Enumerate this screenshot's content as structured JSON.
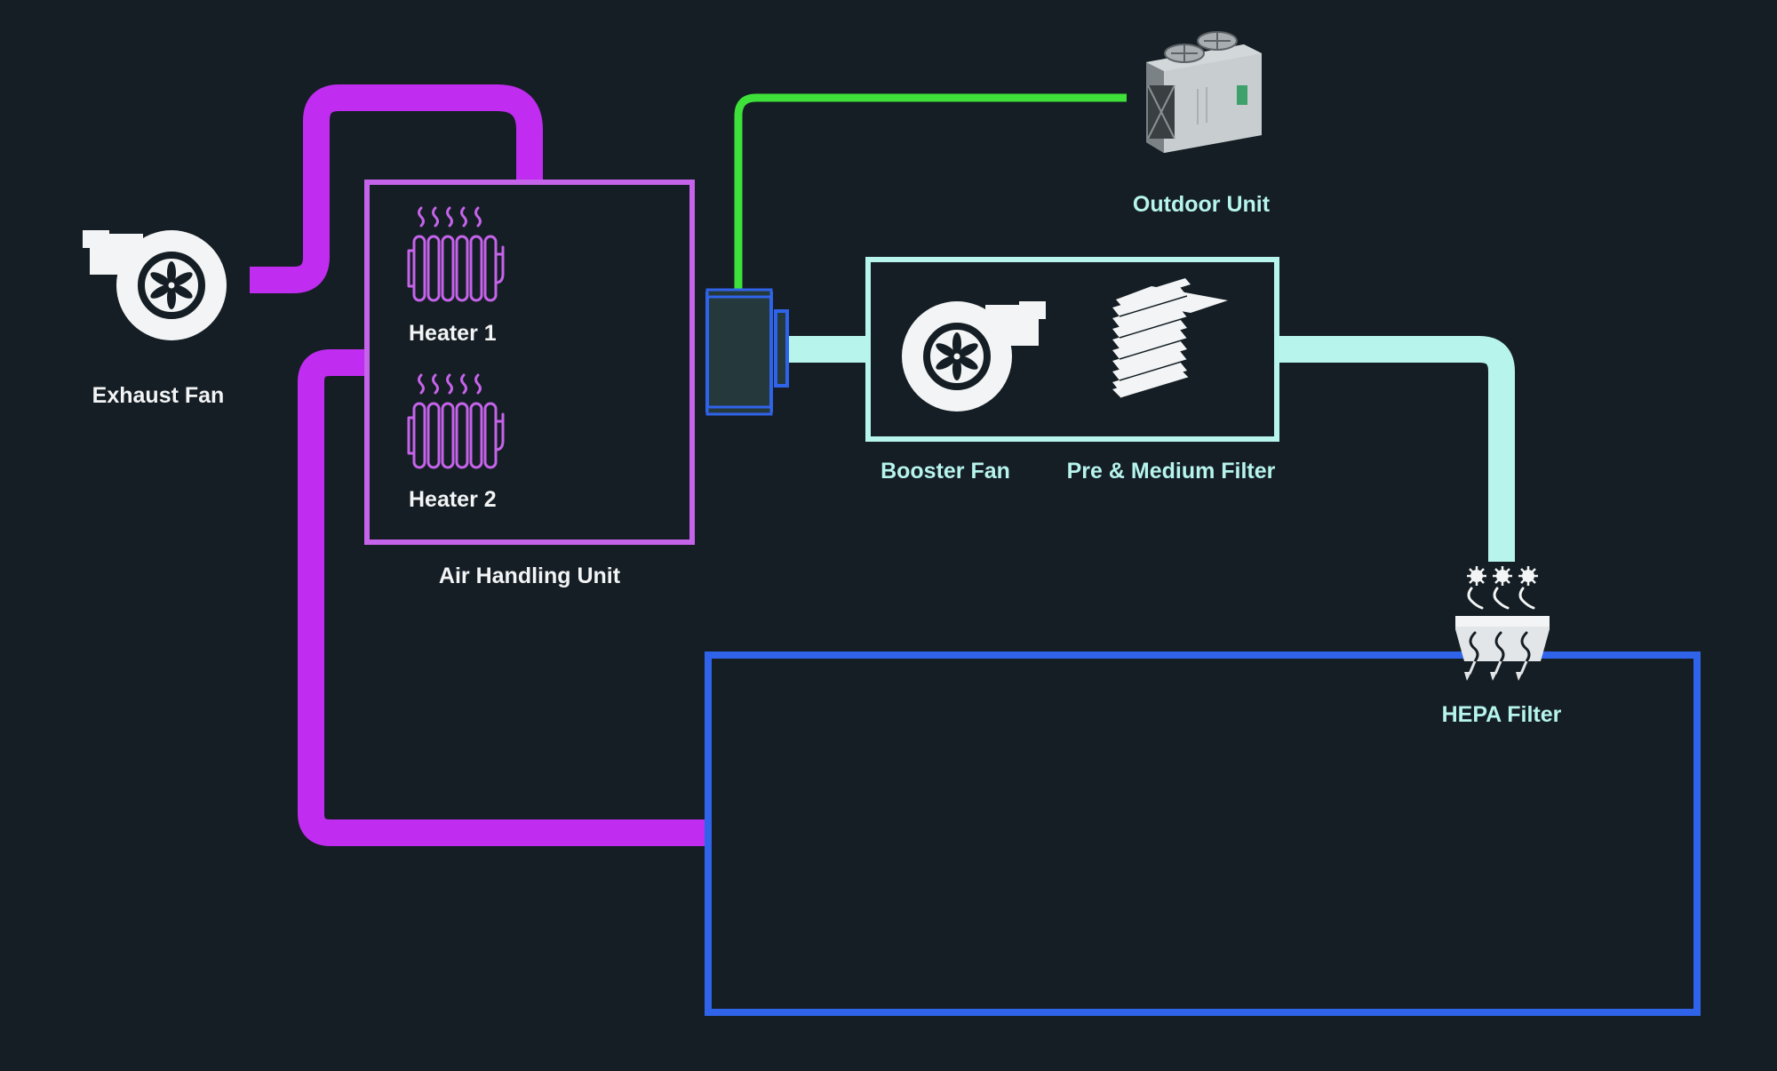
{
  "colors": {
    "background": "#151e24",
    "exhaust_duct": "#c02cf0",
    "supply_duct": "#b6f4ec",
    "refrigerant_line": "#3ee03a",
    "room_outline": "#2f63ea",
    "ahu_outline": "#c563ea",
    "heater_icon": "#c563ea",
    "label_white": "#f2f4f5",
    "label_mint": "#b6f4ec"
  },
  "components": {
    "exhaust_fan": {
      "label": "Exhaust Fan",
      "icon": "centrifugal-fan-icon"
    },
    "air_handling_unit": {
      "label": "Air Handling Unit"
    },
    "heater_1": {
      "label": "Heater 1",
      "icon": "radiator-heater-icon"
    },
    "heater_2": {
      "label": "Heater 2",
      "icon": "radiator-heater-icon"
    },
    "coil": {
      "icon": "coil-box-icon"
    },
    "outdoor_unit": {
      "label": "Outdoor Unit",
      "icon": "condenser-unit-icon"
    },
    "booster_fan": {
      "label": "Booster Fan",
      "icon": "centrifugal-fan-icon"
    },
    "pre_medium_filter": {
      "label": "Pre & Medium Filter",
      "icon": "pleated-filter-icon"
    },
    "hepa_filter": {
      "label": "HEPA Filter",
      "icon": "hepa-diffuser-icon"
    },
    "room": {
      "label": ""
    }
  }
}
